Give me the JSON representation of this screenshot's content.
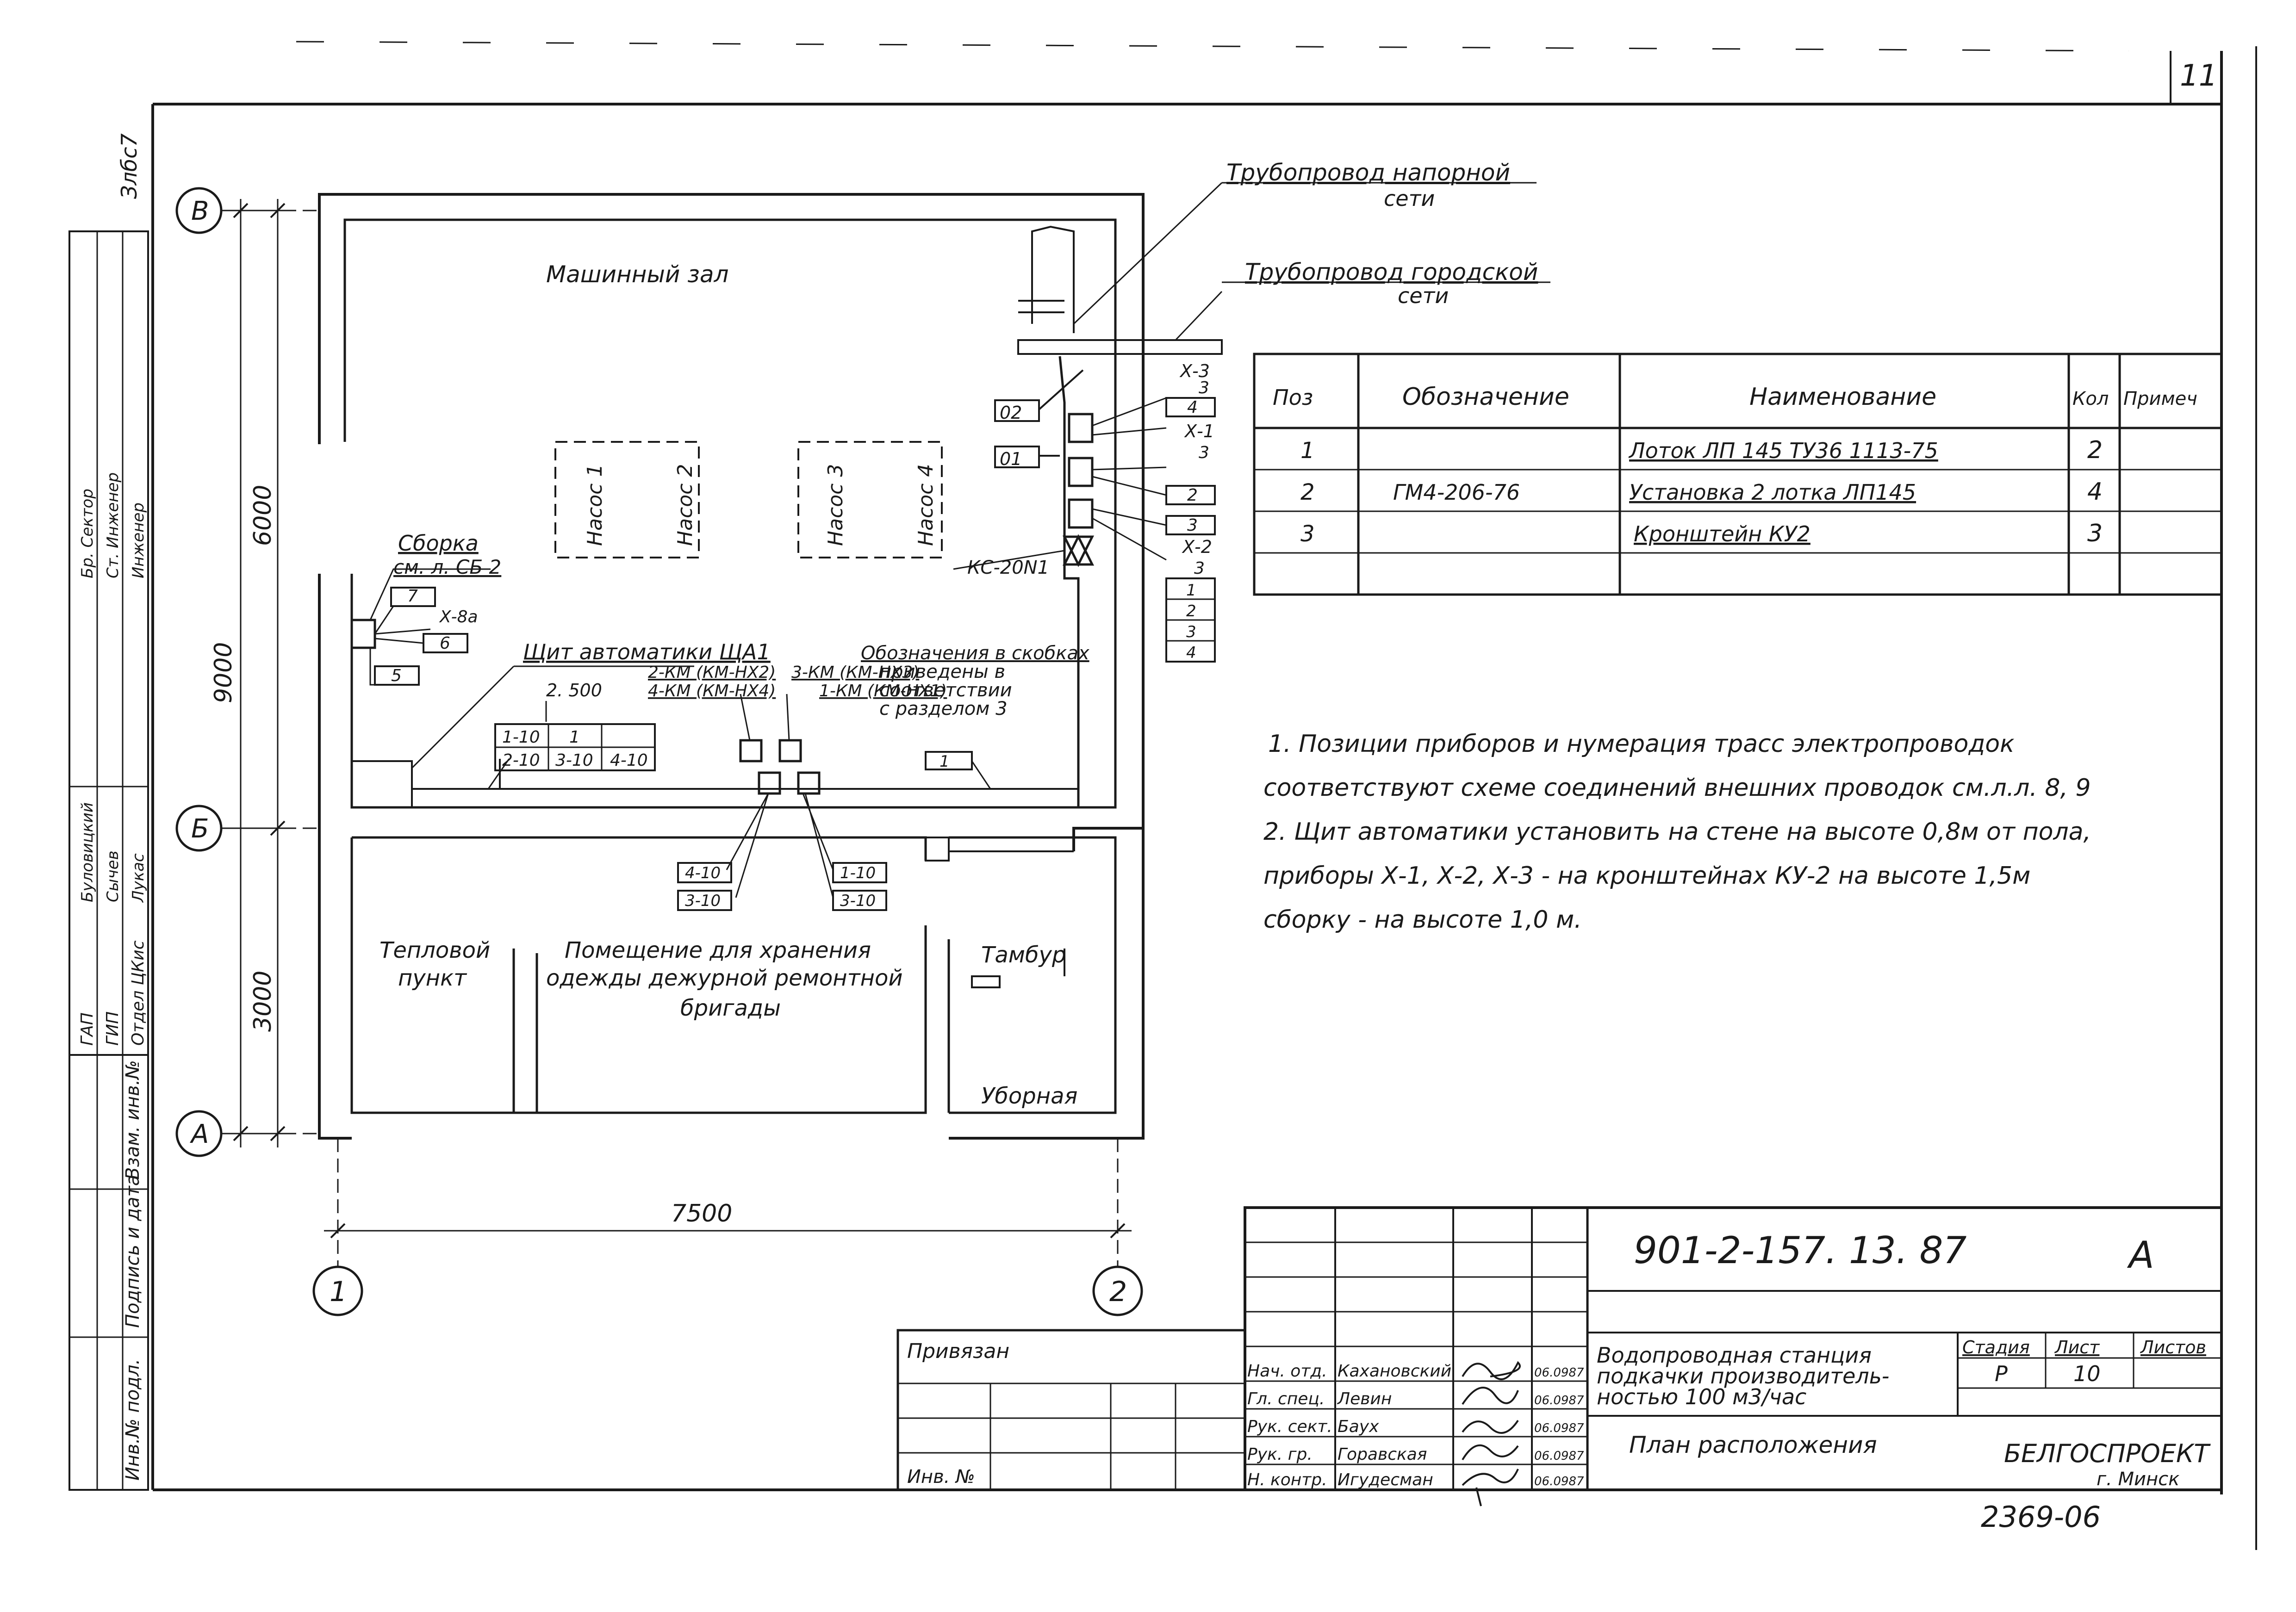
{
  "sheet_corner_number": "11",
  "side_stamp_top": "Злбс7",
  "side_stamp_rows": [
    "Инв.№ подл.",
    "Подпись и дата",
    "Взам. инв.№"
  ],
  "side_stamp_names": [
    "ГАП",
    "ГИП",
    "Отдел ЦКис",
    "Буловицкий",
    "Сычев",
    "Лукас",
    "Бр. Сектор",
    "Ст. Инженер",
    "Инженер"
  ],
  "axes": {
    "rows": [
      "В",
      "Б",
      "А"
    ],
    "cols": [
      "1",
      "2"
    ]
  },
  "dimensions": {
    "total_vertical": "9000",
    "upper_vertical": "6000",
    "lower_vertical": "3000",
    "horizontal": "7500"
  },
  "rooms": {
    "machine_hall": "Машинный зал",
    "heat_point": [
      "Тепловой",
      "пункт"
    ],
    "storage": [
      "Помещение для хранения",
      "одежды дежурной ремонтной",
      "бригады"
    ],
    "vestibule": "Тамбур",
    "toilet": "Уборная"
  },
  "pumps": [
    "Насос 1",
    "Насос 2",
    "Насос 3",
    "Насос 4"
  ],
  "pipelines": {
    "pressure": [
      "Трубопровод напорной",
      "сети"
    ],
    "city": [
      "Трубопровод городской",
      "сети"
    ]
  },
  "assembly_label": [
    "Сборка",
    "см. л. СБ 2"
  ],
  "panel_label": "Щит автоматики ЩА1",
  "notation_note": [
    "Обозначения в скобках",
    "приведены в",
    "соответствии",
    "с разделом 3"
  ],
  "tags": {
    "x3": "Х-3",
    "x1": "Х-1",
    "x2": "Х-2",
    "x8a": "Х-8а",
    "kc": "КС-20N1",
    "o2": "02",
    "o1": "01",
    "n3a": "3",
    "n4": "4",
    "n3b": "3",
    "n2": "2",
    "n3c": "3",
    "n3d": "3",
    "n1": "1",
    "n2b": "2",
    "n3e": "3",
    "n4b": "4",
    "b7": "7",
    "b6": "6",
    "b5": "5",
    "b1": "1",
    "elev": "2. 500",
    "c2km": "2-КМ (КМ-НХ2)",
    "c4km": "4-КМ (КМ-НХ4)",
    "c3km": "3-КМ (КМ-НХ3)",
    "c1km": "1-КМ (КМ-НХ1)",
    "t410": "4-10",
    "t310": "3-10",
    "t110": "1-10",
    "t310b": "3-10"
  },
  "panel_grid": [
    [
      "1-10",
      "1",
      ""
    ],
    [
      "2-10",
      "3-10",
      "4-10"
    ]
  ],
  "spec_table": {
    "headers": [
      "Поз",
      "Обозначение",
      "Наименование",
      "Кол",
      "Примеч"
    ],
    "rows": [
      [
        "1",
        "",
        "Лоток ЛП 145 ТУ36 1113-75",
        "2",
        ""
      ],
      [
        "2",
        "ГМ4-206-76",
        "Установка 2 лотка ЛП145",
        "4",
        ""
      ],
      [
        "3",
        "",
        "Кронштейн КУ2",
        "3",
        ""
      ]
    ]
  },
  "notes": [
    "1. Позиции приборов и нумерация трасс электропроводок",
    "соответствуют схеме соединений внешних проводок см.л.л. 8, 9",
    "2. Щит автоматики установить на стене на высоте 0,8м от пола,",
    "приборы Х-1, Х-2, Х-3 - на кронштейнах КУ-2 на высоте 1,5м",
    "сборку - на высоте 1,0 м."
  ],
  "title_block": {
    "code": "901-2-157. 13. 87",
    "format": "А",
    "project": [
      "Водопроводная станция",
      "подкачки производитель-",
      "ностью 100 м3/час"
    ],
    "sheet_title": "План расположения",
    "stage_label": "Стадия",
    "sheet_label": "Лист",
    "sheets_label": "Листов",
    "stage": "Р",
    "sheet": "10",
    "org": "БЕЛГОСПРОЕКТ",
    "city": "г. Минск",
    "bound": "Привязан",
    "inv": "Инв. №",
    "signers": [
      [
        "Нач. отд.",
        "Кахановский",
        "06.0987"
      ],
      [
        "Гл. спец.",
        "Левин",
        "06.0987"
      ],
      [
        "Рук. сект.",
        "Баух",
        "06.0987"
      ],
      [
        "Рук. гр.",
        "Горавская",
        "06.0987"
      ],
      [
        "Н. контр.",
        "Игудесман",
        "06.0987"
      ]
    ],
    "archive": "2369-06"
  }
}
